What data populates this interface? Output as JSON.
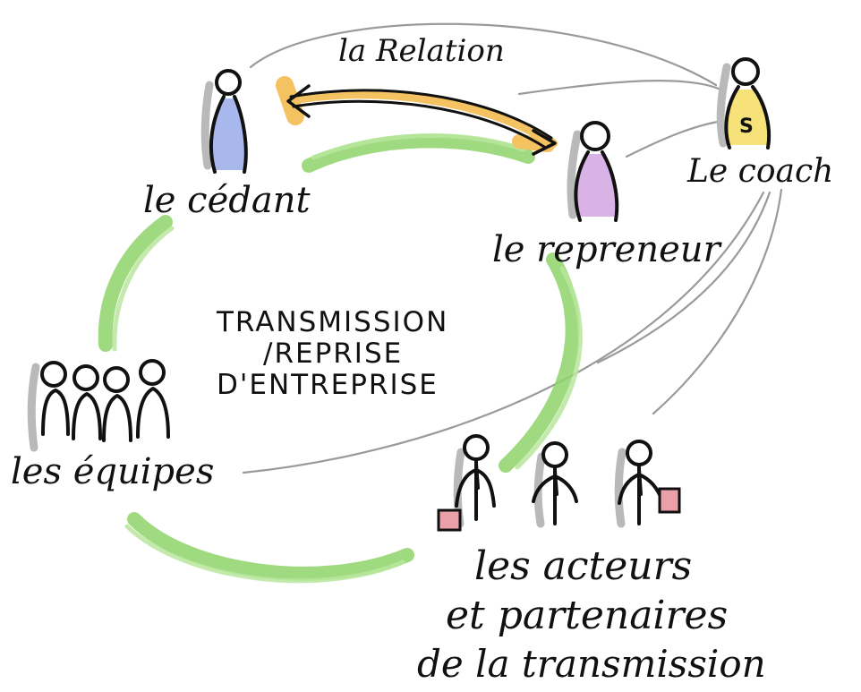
{
  "center": {
    "line1": "TRANSMISSION",
    "line2": "/REPRISE",
    "line3": "D'ENTREPRISE"
  },
  "relation": {
    "label": "la Relation"
  },
  "nodes": {
    "cedant": {
      "label": "le cédant"
    },
    "repreneur": {
      "label": "le repreneur"
    },
    "coach": {
      "label": "Le coach",
      "badge": "S"
    },
    "equipes": {
      "label": "les équipes"
    },
    "acteurs": {
      "line1": "les acteurs",
      "line2": "et partenaires",
      "line3": "de la transmission"
    }
  },
  "colors": {
    "cycle_green": "#8fd46a",
    "relation_orange": "#f5c262",
    "connector_gray": "#9a9a9a",
    "cedant_fill": "#a9b8ec",
    "repreneur_fill": "#d9b3e6",
    "coach_fill": "#f7e27a",
    "briefcase_fill": "#e9a0a8",
    "shadow_gray": "#b9b9b9",
    "ink": "#111111"
  }
}
